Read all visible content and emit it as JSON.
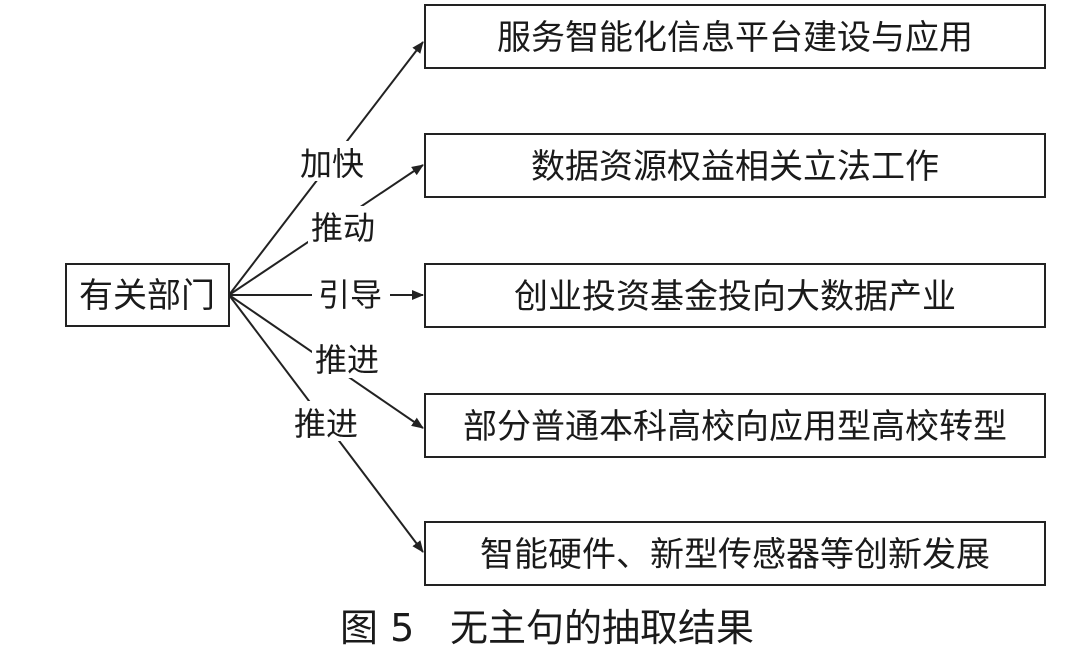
{
  "source_node": {
    "label": "有关部门"
  },
  "targets": [
    {
      "label": "服务智能化信息平台建设与应用"
    },
    {
      "label": "数据资源权益相关立法工作"
    },
    {
      "label": "创业投资基金投向大数据产业"
    },
    {
      "label": "部分普通本科高校向应用型高校转型"
    },
    {
      "label": "智能硬件、新型传感器等创新发展"
    }
  ],
  "edges": [
    {
      "label": "加快",
      "to": 0
    },
    {
      "label": "推动",
      "to": 1
    },
    {
      "label": "引导",
      "to": 2
    },
    {
      "label": "推进",
      "to": 3
    },
    {
      "label": "推进",
      "to": 4
    }
  ],
  "caption": {
    "figure_no": "图 5",
    "title": "无主句的抽取结果"
  }
}
